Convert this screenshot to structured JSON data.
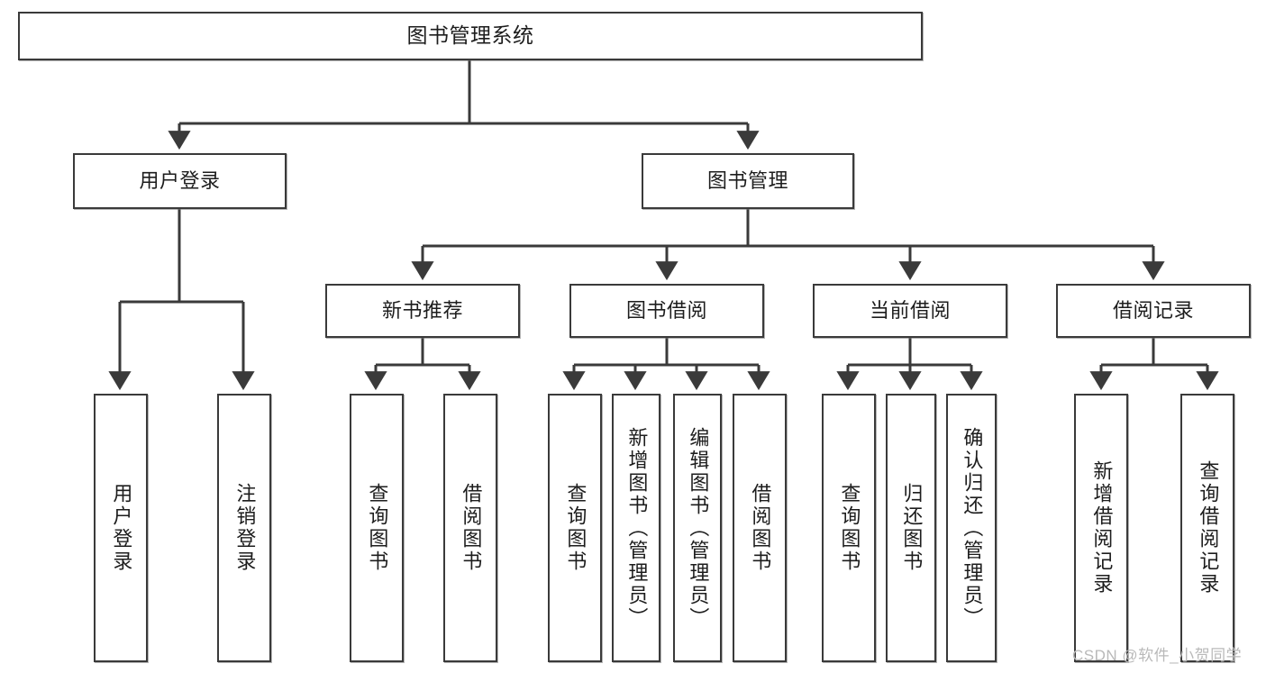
{
  "diagram": {
    "title": "图书管理系统",
    "type": "tree",
    "watermark": "CSDN @软件_小贺同学",
    "colors": {
      "box_border": "#3a3a3a",
      "box_fill": "#ffffff",
      "connector": "#3a3a3a",
      "watermark": "#b9b9b9",
      "background": "#ffffff"
    },
    "nodes": {
      "root": "图书管理系统",
      "level1": [
        "用户登录",
        "图书管理"
      ],
      "level2": [
        "新书推荐",
        "图书借阅",
        "当前借阅",
        "借阅记录"
      ],
      "leaves": {
        "user_login": [
          "用户登录",
          "注销登录"
        ],
        "new_book_recommend": [
          "查询图书",
          "借阅图书"
        ],
        "book_borrow": [
          "查询图书",
          "新增图书（管理员）",
          "编辑图书（管理员）",
          "借阅图书"
        ],
        "current_borrow": [
          "查询图书",
          "归还图书",
          "确认归还（管理员）"
        ],
        "borrow_record": [
          "新增借阅记录",
          "查询借阅记录"
        ]
      }
    },
    "edges": [
      {
        "from": "图书管理系统",
        "to": "用户登录"
      },
      {
        "from": "图书管理系统",
        "to": "图书管理"
      },
      {
        "from": "图书管理",
        "to": "新书推荐"
      },
      {
        "from": "图书管理",
        "to": "图书借阅"
      },
      {
        "from": "图书管理",
        "to": "当前借阅"
      },
      {
        "from": "图书管理",
        "to": "借阅记录"
      },
      {
        "from": "用户登录",
        "to": "用户登录"
      },
      {
        "from": "用户登录",
        "to": "注销登录"
      },
      {
        "from": "新书推荐",
        "to": "查询图书"
      },
      {
        "from": "新书推荐",
        "to": "借阅图书"
      },
      {
        "from": "图书借阅",
        "to": "查询图书"
      },
      {
        "from": "图书借阅",
        "to": "新增图书（管理员）"
      },
      {
        "from": "图书借阅",
        "to": "编辑图书（管理员）"
      },
      {
        "from": "图书借阅",
        "to": "借阅图书"
      },
      {
        "from": "当前借阅",
        "to": "查询图书"
      },
      {
        "from": "当前借阅",
        "to": "归还图书"
      },
      {
        "from": "当前借阅",
        "to": "确认归还（管理员）"
      },
      {
        "from": "借阅记录",
        "to": "新增借阅记录"
      },
      {
        "from": "借阅记录",
        "to": "查询借阅记录"
      }
    ]
  }
}
